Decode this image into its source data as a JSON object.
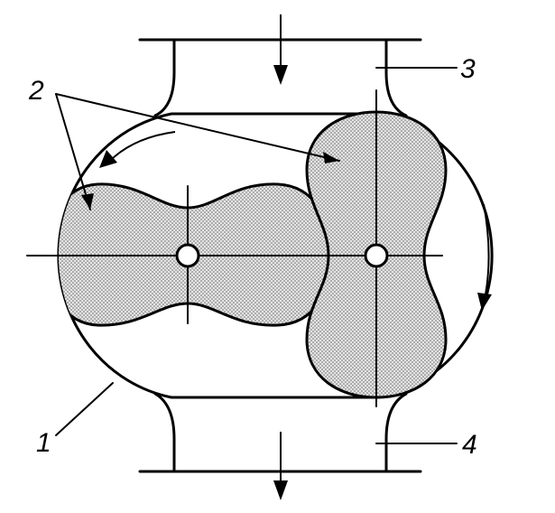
{
  "labels": {
    "housing": "1",
    "rotors": "2",
    "inlet": "3",
    "outlet": "4"
  },
  "colors": {
    "stroke": "#000000",
    "rotor_fill": "#e4e4e4",
    "dot": "#6a6a6a",
    "background": "#ffffff"
  },
  "icons": {
    "flow_in": "arrow-down-icon",
    "flow_out": "arrow-down-icon",
    "rotation_left": "curved-arrow-ccw-icon",
    "rotation_right": "curved-arrow-cw-icon"
  }
}
